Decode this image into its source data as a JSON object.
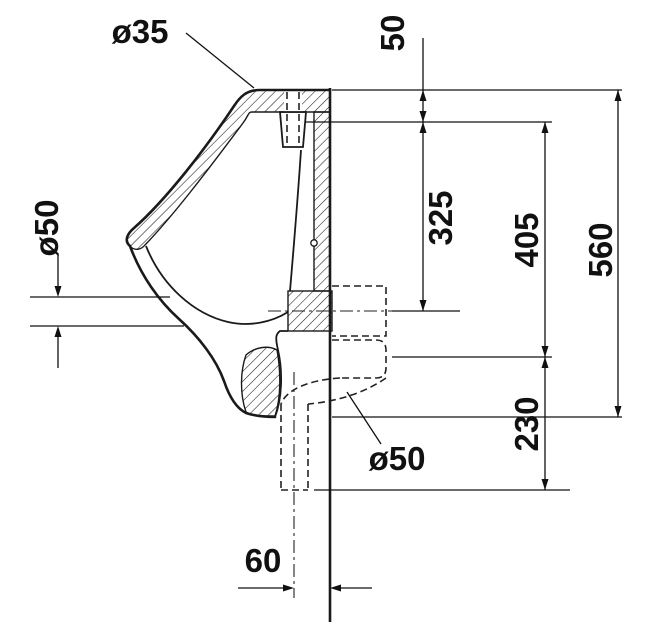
{
  "drawing": {
    "kind": "technical-dimension-drawing",
    "colors": {
      "line": "#1a1a1a",
      "background": "#ffffff"
    },
    "dims": {
      "inlet_diameter": "ø35",
      "outlet_diameter_side": "ø50",
      "top_to_inlet": "50",
      "inlet_to_outlet_center": "325",
      "inlet_to_elbow_center": "405",
      "total_height": "560",
      "elbow_to_pipe_end": "230",
      "drain_pipe_diameter": "ø50",
      "wall_to_pipe_center": "60"
    }
  }
}
